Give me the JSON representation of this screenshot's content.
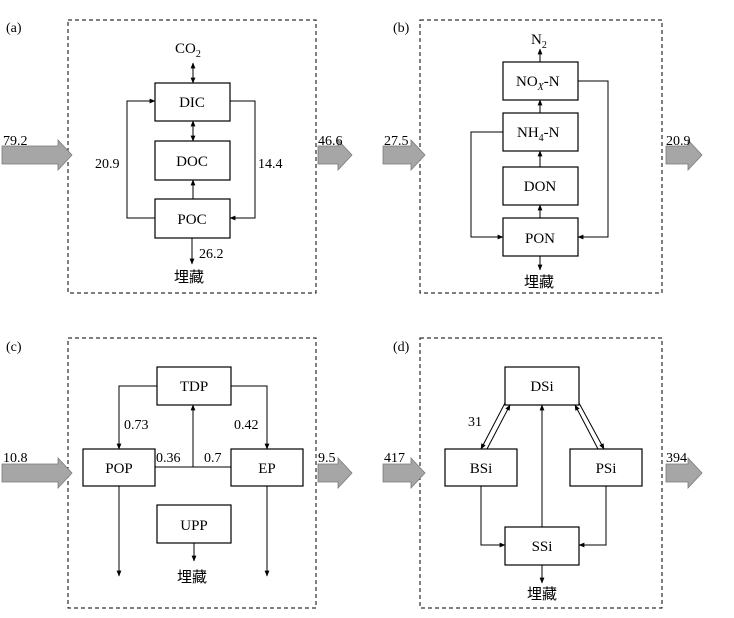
{
  "panels": {
    "a": {
      "label": "(a)",
      "input": "79.2",
      "output": "46.6",
      "top": {
        "main": "CO",
        "sub": "2"
      },
      "boxes": {
        "dic": "DIC",
        "doc": "DOC",
        "poc": "POC"
      },
      "flows": {
        "left": "20.9",
        "right": "14.4",
        "burial": "26.2"
      },
      "burial_label": "埋藏"
    },
    "b": {
      "label": "(b)",
      "input": "27.5",
      "output": "20.9",
      "top": {
        "main": "N",
        "sub": "2"
      },
      "boxes": {
        "nox": {
          "main": "NO",
          "sub": "X",
          "rest": "-N"
        },
        "nh4": {
          "main": "NH",
          "sub": "4",
          "rest": "-N"
        },
        "don": "DON",
        "pon": "PON"
      },
      "burial_label": "埋藏"
    },
    "c": {
      "label": "(c)",
      "input": "10.8",
      "output": "9.5",
      "boxes": {
        "tdp": "TDP",
        "pop": "POP",
        "ep": "EP",
        "upp": "UPP"
      },
      "flows": {
        "tdp_pop": "0.73",
        "tdp_ep": "0.42",
        "pop_tdp": "0.36",
        "ep_tdp": "0.7"
      },
      "burial_label": "埋藏"
    },
    "d": {
      "label": "(d)",
      "input": "417",
      "output": "394",
      "boxes": {
        "dsi": "DSi",
        "bsi": "BSi",
        "psi": "PSi",
        "ssi": "SSi"
      },
      "flows": {
        "dsi_bsi": "31"
      },
      "burial_label": "埋藏"
    }
  }
}
